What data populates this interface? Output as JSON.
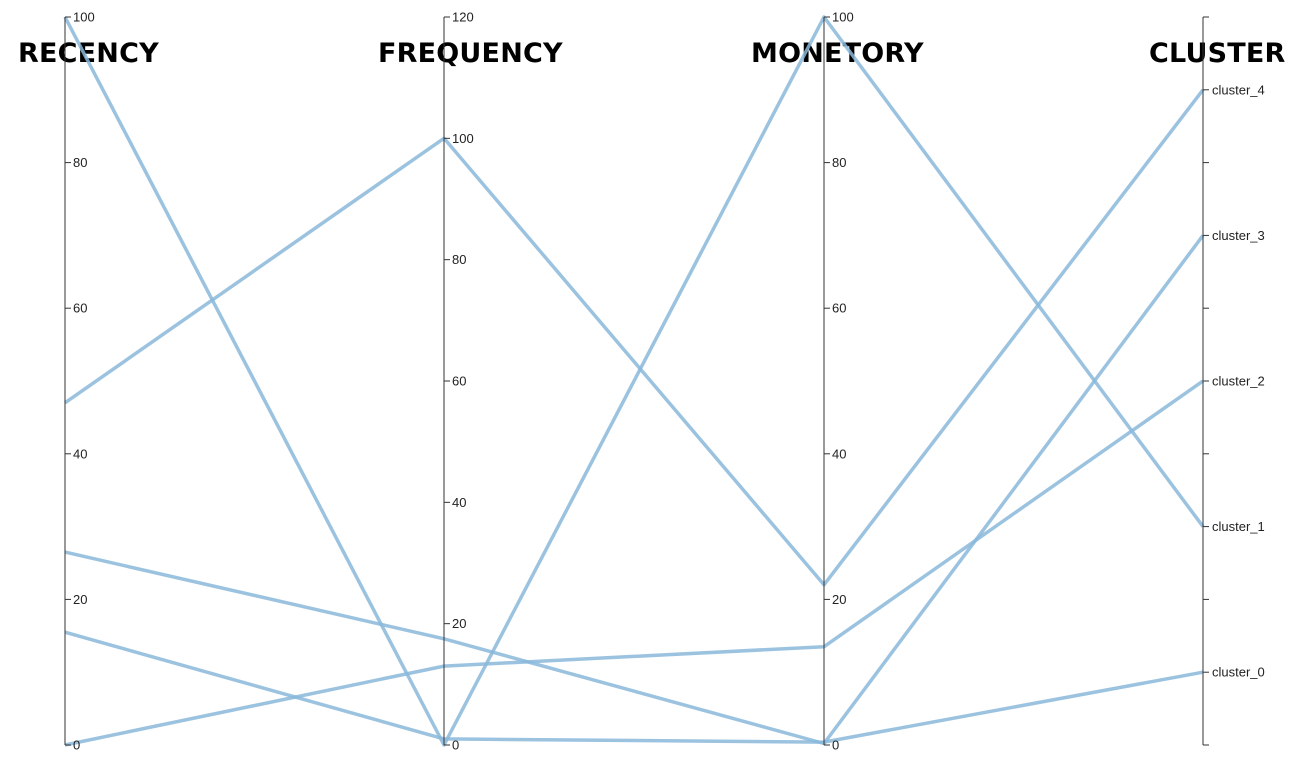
{
  "chart_data": {
    "type": "parallel-coordinates",
    "axes": [
      {
        "name": "RECENCY",
        "kind": "numeric",
        "ylim": [
          0,
          100
        ],
        "ticks": [
          0,
          20,
          40,
          60,
          80,
          100
        ],
        "tick_labels": [
          "0",
          "20",
          "40",
          "60",
          "80",
          "100"
        ]
      },
      {
        "name": "FREQUENCY",
        "kind": "numeric",
        "ylim": [
          0,
          120
        ],
        "ticks": [
          0,
          20,
          40,
          60,
          80,
          100,
          120
        ],
        "tick_labels": [
          "0",
          "20",
          "40",
          "60",
          "80",
          "100",
          "120"
        ]
      },
      {
        "name": "MONETORY",
        "kind": "numeric",
        "ylim": [
          0,
          100
        ],
        "ticks": [
          0,
          20,
          40,
          60,
          80,
          100
        ],
        "tick_labels": [
          "0",
          "20",
          "40",
          "60",
          "80",
          "100"
        ]
      },
      {
        "name": "CLUSTER",
        "kind": "categorical",
        "categories": [
          "cluster_0",
          "cluster_1",
          "cluster_2",
          "cluster_3",
          "cluster_4"
        ]
      }
    ],
    "lines": [
      {
        "values": [
          100,
          0,
          100,
          "cluster_1"
        ]
      },
      {
        "values": [
          47,
          100,
          22,
          "cluster_4"
        ]
      },
      {
        "values": [
          26.5,
          17.5,
          0.2,
          "cluster_3"
        ]
      },
      {
        "values": [
          15.5,
          1,
          0.4,
          "cluster_0"
        ]
      },
      {
        "values": [
          0,
          13,
          13.5,
          "cluster_2"
        ]
      }
    ],
    "line_color": "#8ab8da",
    "grid": false,
    "legend": "none"
  }
}
